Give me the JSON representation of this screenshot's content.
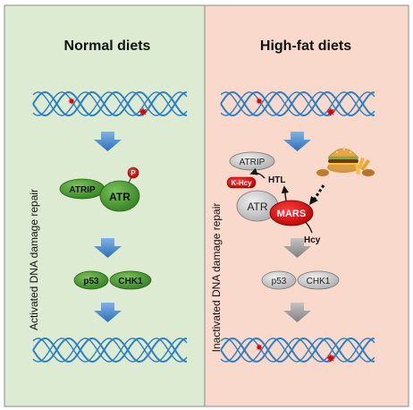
{
  "left_panel": {
    "title": "Normal diets",
    "side_label": "Activated DNA damage repair",
    "proteins": {
      "atrip": "ATRIP",
      "atr": "ATR",
      "phospho": "P",
      "p53": "p53",
      "chk1": "CHK1"
    }
  },
  "right_panel": {
    "title": "High-fat diets",
    "side_label": "Inactivated DNA damage repair",
    "proteins": {
      "atrip": "ATRIP",
      "atr": "ATR",
      "khcy": "K-Hcy",
      "mars": "MARS",
      "htl": "HTL",
      "hcy": "Hcy",
      "p53": "p53",
      "chk1": "CHK1"
    },
    "food_icon": "burger-and-fries-icon"
  },
  "colors": {
    "left_bg": "#dcebd2",
    "right_bg": "#f9d9cb",
    "border": "#8a8a8a",
    "dna_strand": "#2e7fc1",
    "damage_mark": "#e00000",
    "green_protein": "#4a9a2e",
    "gray_protein": "#c8c8c8",
    "mars_red": "#e00000",
    "arrow_blue": "#4f8fd0",
    "arrow_gray": "#9a9a9a"
  }
}
